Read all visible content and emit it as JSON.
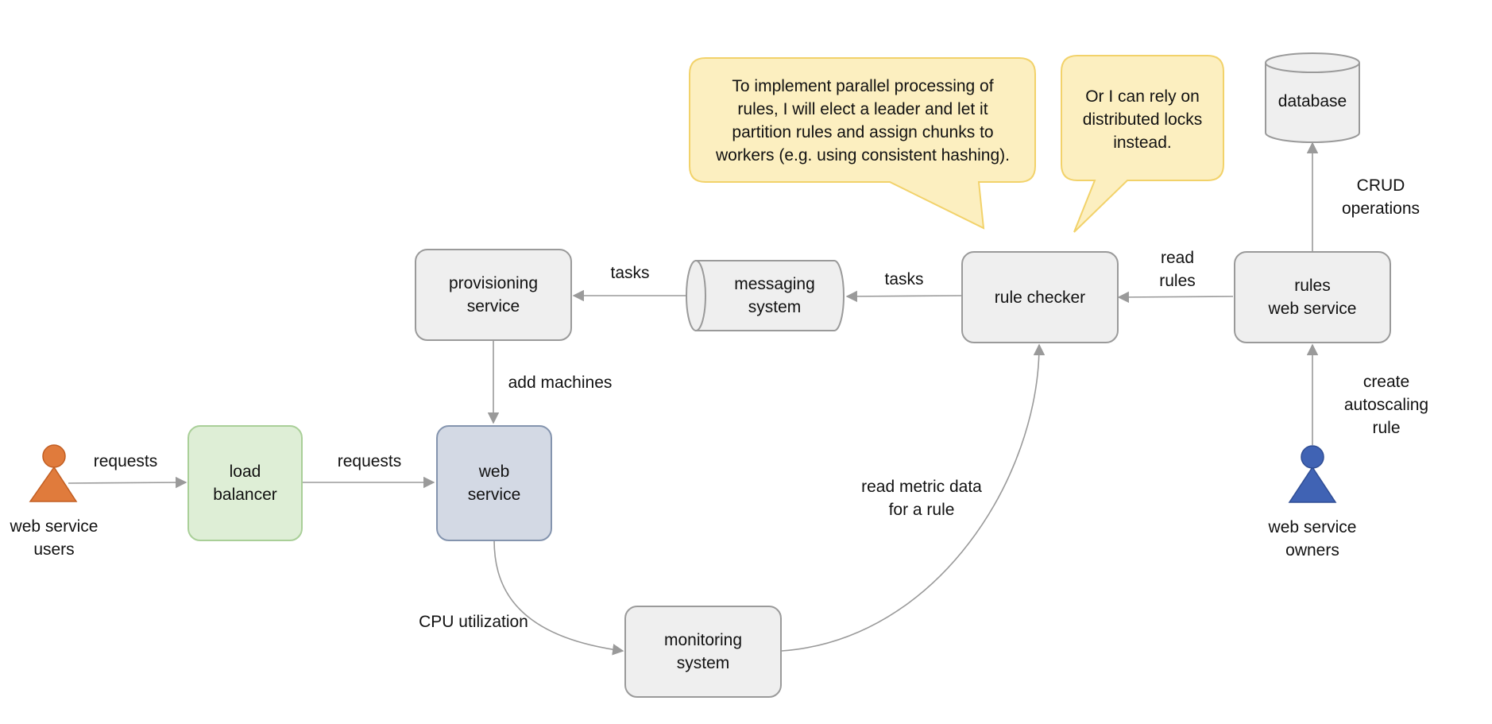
{
  "nodes": {
    "provisioning_service": "provisioning\nservice",
    "messaging_system": "messaging\nsystem",
    "rule_checker": "rule checker",
    "rules_web_service": "rules\nweb service",
    "database": "database",
    "load_balancer": "load\nbalancer",
    "web_service": "web\nservice",
    "monitoring_system": "monitoring\nsystem"
  },
  "actors": {
    "users": "web service\nusers",
    "owners": "web service\nowners"
  },
  "edge_labels": {
    "tasks_1": "tasks",
    "tasks_2": "tasks",
    "read_rules": "read\nrules",
    "crud": "CRUD\noperations",
    "add_machines": "add machines",
    "requests_1": "requests",
    "requests_2": "requests",
    "create_rule": "create\nautoscaling rule",
    "read_metric": "read metric data\nfor a rule",
    "cpu": "CPU utilization"
  },
  "callouts": {
    "leader": "To implement parallel processing of\nrules, I will elect a leader and let it\npartition rules and assign chunks to\nworkers (e.g. using consistent hashing).",
    "locks": "Or I can rely on\ndistributed locks\ninstead."
  },
  "colors": {
    "box_fill": "#efefef",
    "box_border": "#9a9a9a",
    "load_balancer_fill": "#deeed6",
    "web_service_fill": "#d3d9e4",
    "callout_fill": "#fcefc0",
    "callout_border": "#f2d26a",
    "user_actor": "#e07b3c",
    "owner_actor": "#4063b4",
    "arrow": "#9a9a9a"
  }
}
